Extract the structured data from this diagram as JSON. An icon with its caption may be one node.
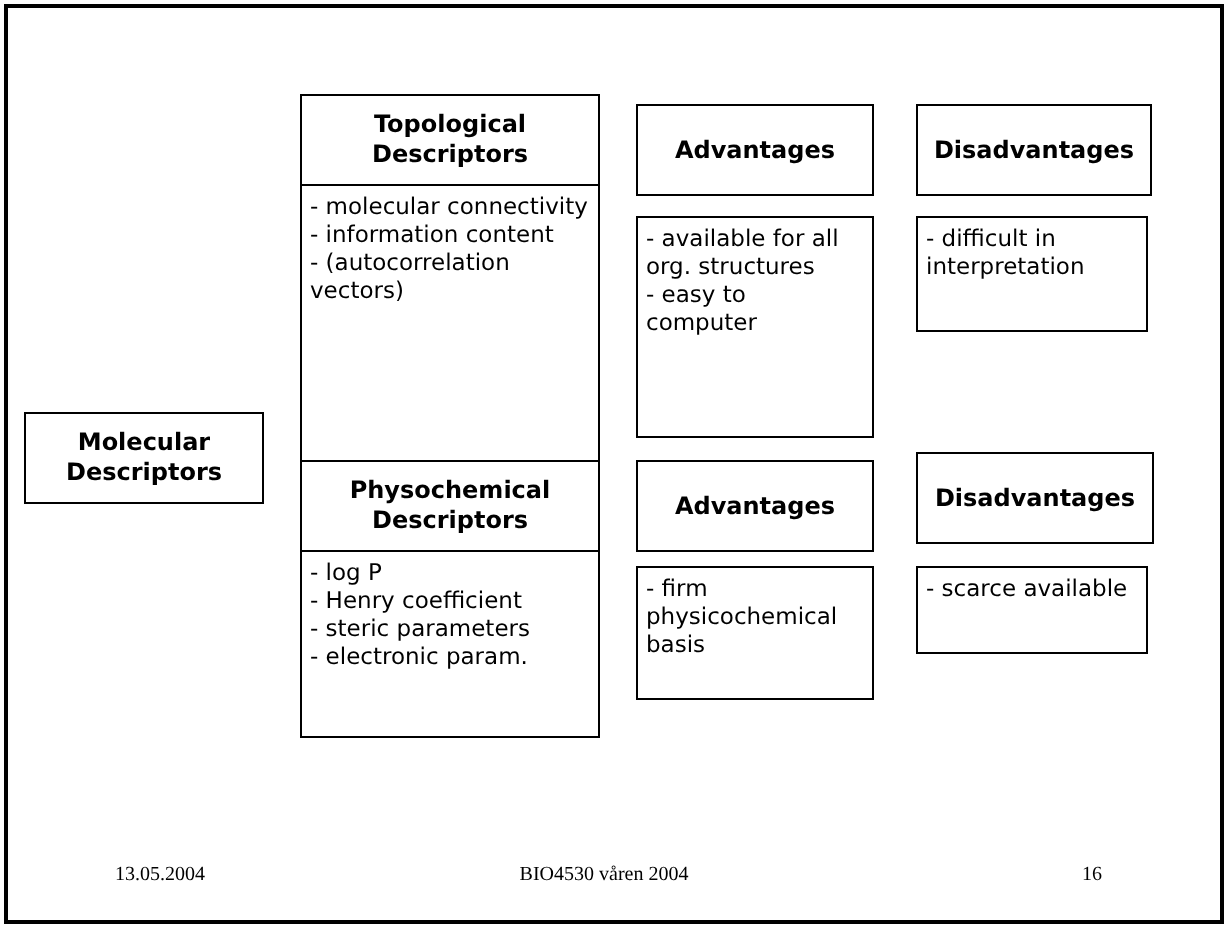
{
  "diagram": {
    "nodes": [
      {
        "text": [
          "Molecular Descriptors"
        ]
      },
      {
        "text": [
          "Topological Descriptors"
        ]
      },
      {
        "text": [
          "- molecular connectivity",
          "- information content",
          "- (autocorrelation vectors)"
        ]
      },
      {
        "text": [
          "Advantages"
        ]
      },
      {
        "text": [
          "- available for all org. structures",
          "- easy to computer"
        ]
      },
      {
        "text": [
          "Disadvantages"
        ]
      },
      {
        "text": [
          "- difficult in interpretation"
        ]
      },
      {
        "text": [
          "Physochemical Descriptors"
        ]
      },
      {
        "text": [
          "- log P",
          "- Henry coefficient",
          "- steric parameters",
          "- electronic param."
        ]
      },
      {
        "text": [
          "Advantages"
        ]
      },
      {
        "text": [
          "- firm physicochemical basis"
        ]
      },
      {
        "text": [
          "Disadvantages"
        ]
      },
      {
        "text": [
          "- scarce available"
        ]
      }
    ],
    "edges": [],
    "labels": [
      "13.05.2004",
      "BIO4530 våren 2004",
      "16"
    ]
  }
}
